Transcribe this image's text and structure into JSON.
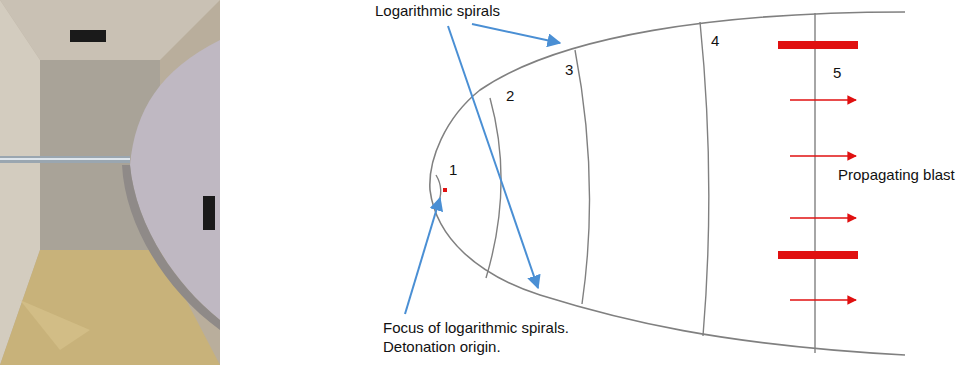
{
  "diagram": {
    "labels": [
      "Logarithmic spirals",
      "1",
      "2",
      "3",
      "4",
      "5",
      "Propagating blast",
      "Focus of logarithmic spirals. Detonation origin."
    ]
  }
}
